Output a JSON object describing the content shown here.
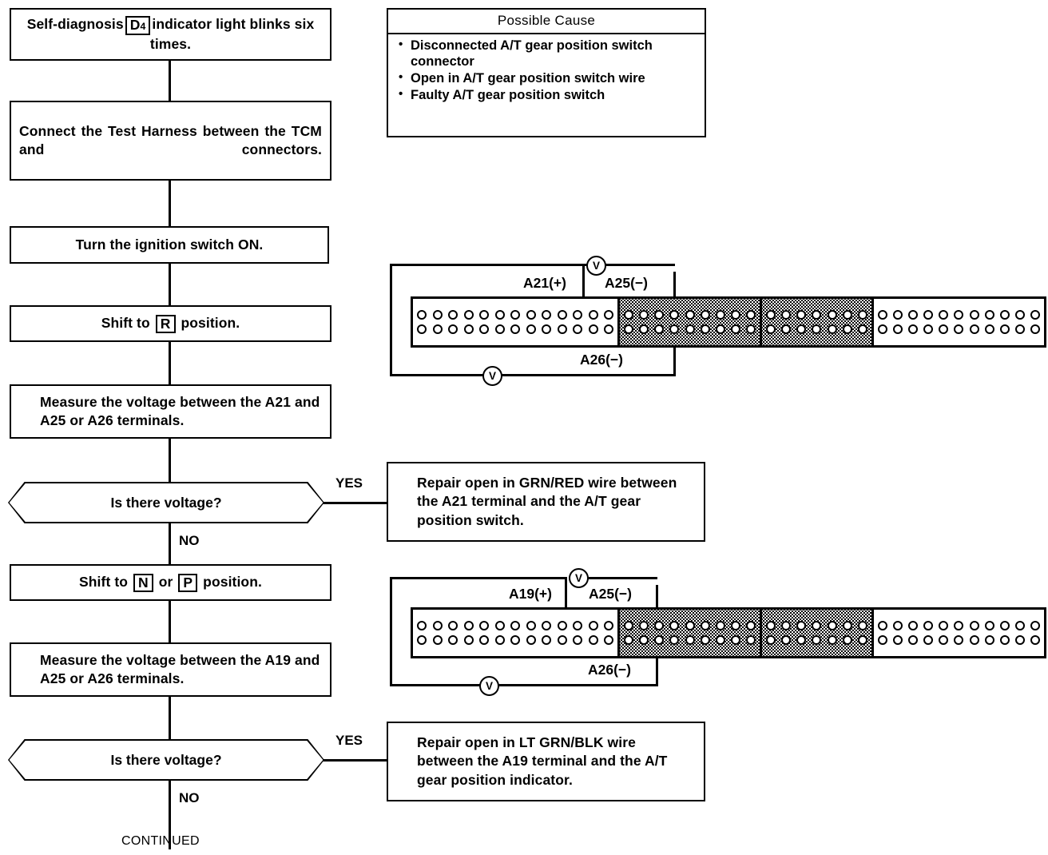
{
  "flow": {
    "start": {
      "text_before": "Self-diagnosis",
      "key": "D4",
      "key_letter": "D",
      "key_sub": "4",
      "text_after": "indicator light blinks six times."
    },
    "steps": [
      {
        "name": "connect-test-harness",
        "text": "Connect the Test Harness between the TCM and connectors."
      },
      {
        "name": "ignition-on",
        "text": "Turn the ignition switch ON."
      },
      {
        "name": "shift-r",
        "prefix": "Shift to",
        "key": "R",
        "suffix": "position."
      },
      {
        "name": "measure-a21",
        "text": "Measure the voltage between the A21 and A25 or A26 terminals."
      },
      {
        "name": "shift-n-p",
        "prefix": "Shift to",
        "key1": "N",
        "mid": "or",
        "key2": "P",
        "suffix": "position."
      },
      {
        "name": "measure-a19",
        "text": "Measure the voltage between the A19 and A25 or A26 terminals."
      }
    ],
    "decisions": [
      {
        "name": "is-there-voltage-1",
        "question": "Is there voltage?",
        "yes": "YES",
        "no": "NO"
      },
      {
        "name": "is-there-voltage-2",
        "question": "Is there voltage?",
        "yes": "YES",
        "no": "NO"
      }
    ],
    "results": [
      {
        "name": "repair-grn-red",
        "text": "Repair open in GRN/RED wire between the A21 terminal and the A/T gear position switch."
      },
      {
        "name": "repair-lt-grn-blk",
        "text": "Repair open in LT GRN/BLK wire between the A19 terminal and the A/T gear position indicator."
      }
    ],
    "continued": "CONTINUED"
  },
  "possible_cause": {
    "title": "Possible Cause",
    "items": [
      "Disconnected A/T gear position switch connector",
      "Open in A/T gear position switch wire",
      "Faulty A/T gear position switch"
    ]
  },
  "connectors": [
    {
      "name": "connector-diagram-a21",
      "meter_symbol": "V",
      "labels": {
        "positive": "A21(+)",
        "negative_top": "A25(−)",
        "negative_bottom": "A26(−)"
      },
      "segments": [
        {
          "shaded": false,
          "pins_per_row": 13
        },
        {
          "shaded": true,
          "pins_per_row": 9
        },
        {
          "shaded": true,
          "pins_per_row": 7
        },
        {
          "shaded": false,
          "pins_per_row": 11
        }
      ]
    },
    {
      "name": "connector-diagram-a19",
      "meter_symbol": "V",
      "labels": {
        "positive": "A19(+)",
        "negative_top": "A25(−)",
        "negative_bottom": "A26(−)"
      },
      "segments": [
        {
          "shaded": false,
          "pins_per_row": 13
        },
        {
          "shaded": true,
          "pins_per_row": 9
        },
        {
          "shaded": true,
          "pins_per_row": 7
        },
        {
          "shaded": false,
          "pins_per_row": 11
        }
      ]
    }
  ],
  "colors": {
    "ink": "#000000",
    "paper": "#ffffff"
  }
}
